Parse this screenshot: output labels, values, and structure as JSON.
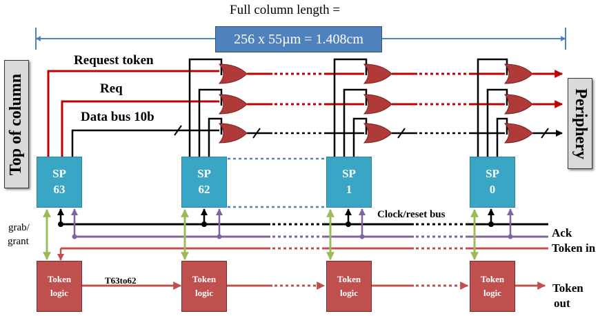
{
  "header": {
    "full_column_label": "Full column length =",
    "length_value": "256 x 55µm = 1.408cm"
  },
  "side_labels": {
    "left": "Top of column",
    "right": "Periphery"
  },
  "bus_labels": {
    "request_token": "Request token",
    "req": "Req",
    "data_bus": "Data bus 10b",
    "clock_reset": "Clock/reset bus",
    "ack": "Ack",
    "token_in": "Token in",
    "token_out_line1": "Token",
    "token_out_line2": "out",
    "grab_line1": "grab/",
    "grab_line2": "grant",
    "t63to62": "T63to62"
  },
  "sp_blocks": [
    {
      "line1": "SP",
      "line2": "63"
    },
    {
      "line1": "SP",
      "line2": "62"
    },
    {
      "line1": "SP",
      "line2": "1"
    },
    {
      "line1": "SP",
      "line2": "0"
    }
  ],
  "token_blocks": [
    {
      "line1": "Token",
      "line2": "logic"
    },
    {
      "line1": "Token",
      "line2": "logic"
    },
    {
      "line1": "Token",
      "line2": "logic"
    },
    {
      "line1": "Token",
      "line2": "logic"
    }
  ],
  "colors": {
    "sp_fill": "#3aa6c5",
    "token_fill": "#c0504d",
    "or_gate": "#b03a3a",
    "request_line": "#c00000",
    "ack_line": "#8064a2",
    "token_line": "#c0504d",
    "grab_line": "#9bbb59",
    "dim_arrow": "#4f81bd",
    "length_box": "#4f81bd",
    "side_box": "#d9d9d9"
  }
}
